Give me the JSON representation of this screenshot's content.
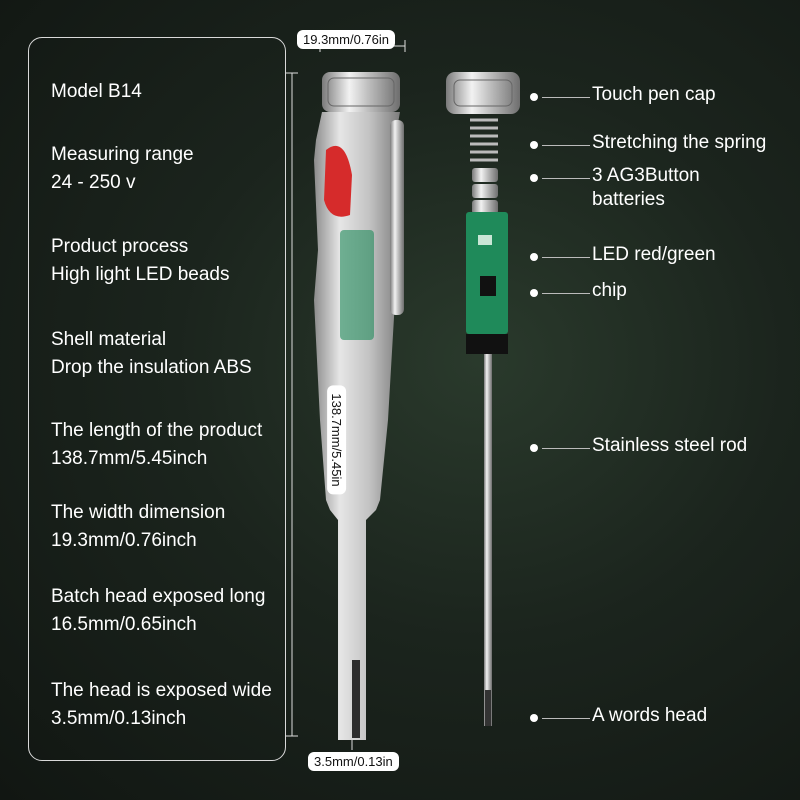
{
  "specs": [
    {
      "title": "Model B14",
      "value": ""
    },
    {
      "title": "Measuring range",
      "value": "24 - 250 v"
    },
    {
      "title": "Product process",
      "value": "High light LED beads"
    },
    {
      "title": "Shell material",
      "value": "Drop the insulation ABS"
    },
    {
      "title": "The length of the product",
      "value": "138.7mm/5.45inch"
    },
    {
      "title": "The width dimension",
      "value": "19.3mm/0.76inch"
    },
    {
      "title": "Batch head exposed long",
      "value": "16.5mm/0.65inch"
    },
    {
      "title": "The head is exposed wide",
      "value": "3.5mm/0.13inch"
    }
  ],
  "dimensions": {
    "width_label": "19.3mm/0.76in",
    "length_label": "138.7mm/5.45in",
    "head_label": "3.5mm/0.13in"
  },
  "callouts": [
    "Touch pen cap",
    "Stretching the spring",
    "3 AG3Button batteries",
    "LED red/green",
    "chip",
    "Stainless steel rod",
    "A words head"
  ],
  "colors": {
    "background": "#1b241d",
    "panel_border": "#d9d9d9",
    "pcb": "#1f8a5a",
    "metal": "#c8c8c8",
    "accent_red": "#d62b2b"
  }
}
